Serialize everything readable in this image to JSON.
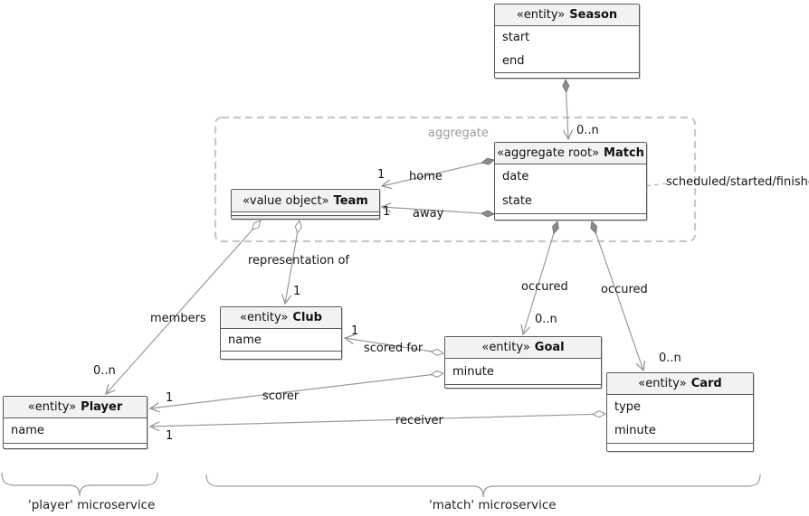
{
  "diagram": {
    "aggregate_label": "aggregate",
    "note": "scheduled/started/finished"
  },
  "classes": {
    "season": {
      "stereotype": "«entity»",
      "name": "Season",
      "attributes": [
        "start",
        "end"
      ]
    },
    "match": {
      "stereotype": "«aggregate root»",
      "name": "Match",
      "attributes": [
        "date",
        "state"
      ]
    },
    "team": {
      "stereotype": "«value object»",
      "name": "Team",
      "attributes": []
    },
    "club": {
      "stereotype": "«entity»",
      "name": "Club",
      "attributes": [
        "name"
      ]
    },
    "goal": {
      "stereotype": "«entity»",
      "name": "Goal",
      "attributes": [
        "minute"
      ]
    },
    "card": {
      "stereotype": "«entity»",
      "name": "Card",
      "attributes": [
        "type",
        "minute"
      ]
    },
    "player": {
      "stereotype": "«entity»",
      "name": "Player",
      "attributes": [
        "name"
      ]
    }
  },
  "labels": {
    "season_match_mult": "0..n",
    "home": "home",
    "home_mult": "1",
    "away": "away",
    "away_mult": "1",
    "members": "members",
    "members_mult": "0..n",
    "representation_of": "representation of",
    "representation_of_mult": "1",
    "scored_for": "scored for",
    "scored_for_mult": "1",
    "scorer": "scorer",
    "scorer_mult": "1",
    "receiver": "receiver",
    "receiver_mult": "1",
    "occured_goal": "occured",
    "occured_goal_mult": "0..n",
    "occured_card": "occured",
    "occured_card_mult": "0..n"
  },
  "microservices": {
    "player": "'player' microservice",
    "match": "'match' microservice"
  },
  "colors": {
    "header_fill": "#f2f2f2",
    "box_border": "#5a5a5a",
    "association_line": "#9a9a9a",
    "aggregate_boundary": "#c8c8c8",
    "filled_diamond": "#8c8c8c",
    "text": "#141414",
    "gray_label": "#9a9a9a"
  }
}
